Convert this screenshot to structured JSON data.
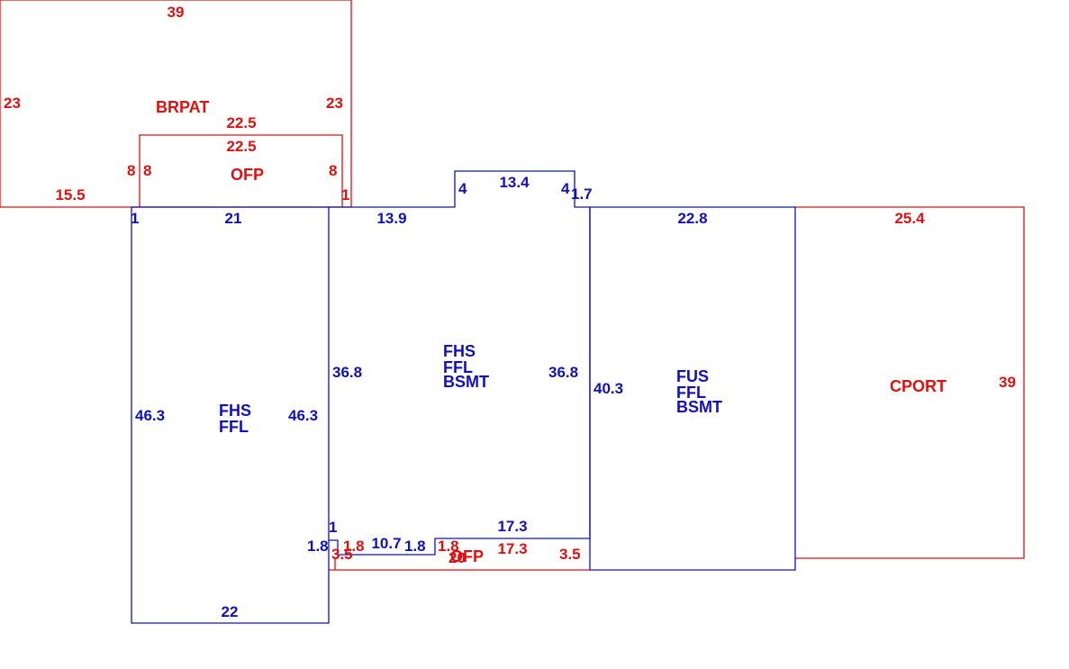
{
  "colors": {
    "blue": "#1010c0",
    "red": "#e01010",
    "background": "#ffffff"
  },
  "areas": {
    "brpat": {
      "label": "BRPAT",
      "dims": {
        "top": "39",
        "left": "23",
        "right": "23",
        "bottom_left": "15.5",
        "bottom_inner": "22.5",
        "notch_left": "8",
        "notch_right": "1"
      }
    },
    "ofp_top": {
      "label": "OFP",
      "dims": {
        "top": "22.5",
        "left_outer": "8",
        "left_inner": "8",
        "right": "8"
      }
    },
    "west": {
      "label_1": "FHS",
      "label_2": "FFL",
      "dims": {
        "top_corner": "1",
        "top": "21",
        "left": "46.3",
        "right": "46.3",
        "bottom": "22"
      }
    },
    "middle": {
      "label_1": "FHS",
      "label_2": "FFL",
      "label_3": "BSMT",
      "dims": {
        "top_left": "13.9",
        "bump_left": "4",
        "bump_top": "13.4",
        "bump_right": "4",
        "top_right": "1.7",
        "left": "36.8",
        "right": "36.8",
        "bottom": "17.3",
        "bottom_step": "1",
        "bottom_a": "1.8",
        "bottom_b": "1.8",
        "bottom_c": "10.7",
        "bottom_d": "1.8",
        "bottom_e": "1.8"
      }
    },
    "ofp_bottom": {
      "label": "OFP",
      "dims": {
        "left": "3.5",
        "center": "20",
        "bottom": "17.3",
        "right": "3.5"
      }
    },
    "east": {
      "label_1": "FUS",
      "label_2": "FFL",
      "label_3": "BSMT",
      "dims": {
        "top": "22.8",
        "left": "40.3"
      }
    },
    "cport": {
      "label": "CPORT",
      "dims": {
        "top": "25.4",
        "right": "39"
      }
    }
  }
}
